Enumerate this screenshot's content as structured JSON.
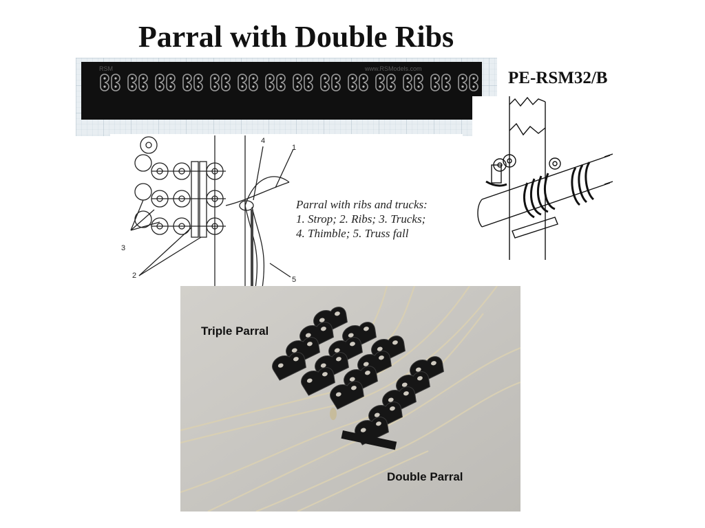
{
  "title": "Parral with Double Ribs",
  "product_code": "PE-RSM32/B",
  "sheet": {
    "marking_left": "RSM",
    "marking_right": "www.RSModels.com"
  },
  "diagram": {
    "caption_lines": [
      "Parral with ribs and trucks:",
      "1. Strop; 2. Ribs; 3. Trucks;",
      "4. Thimble; 5. Truss fall"
    ],
    "callouts": [
      "1",
      "2",
      "3",
      "4",
      "5"
    ]
  },
  "photo": {
    "label_triple": "Triple Parral",
    "label_double": "Double Parral"
  },
  "colors": {
    "brass_sheet": "#101010",
    "grid_paper": "#e8eef2",
    "photo_background": "#c9c7c2",
    "thread": "#d8cfb4"
  }
}
